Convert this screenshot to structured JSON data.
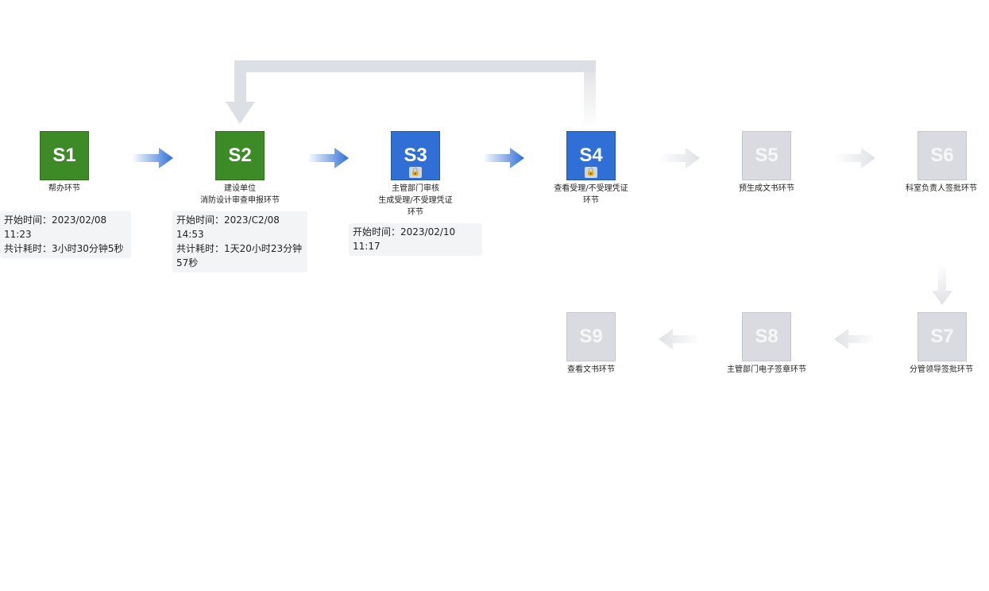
{
  "steps": [
    {
      "id": "S1",
      "label_lines": [
        "帮办环节"
      ],
      "state": "done"
    },
    {
      "id": "S2",
      "label_lines": [
        "建设单位",
        "消防设计审查申报环节"
      ],
      "state": "done"
    },
    {
      "id": "S3",
      "label_lines": [
        "主管部门审核",
        "生成受理/不受理凭证",
        "环节"
      ],
      "state": "current",
      "locked": true
    },
    {
      "id": "S4",
      "label_lines": [
        "查看受理/不受理凭证",
        "环节"
      ],
      "state": "current",
      "locked": true
    },
    {
      "id": "S5",
      "label_lines": [
        "预生成文书环节"
      ],
      "state": "pending"
    },
    {
      "id": "S6",
      "label_lines": [
        "科室负责人签批环节"
      ],
      "state": "pending"
    },
    {
      "id": "S7",
      "label_lines": [
        "分管领导签批环节"
      ],
      "state": "pending"
    },
    {
      "id": "S8",
      "label_lines": [
        "主管部门电子签章环节"
      ],
      "state": "pending"
    },
    {
      "id": "S9",
      "label_lines": [
        "查看文书环节"
      ],
      "state": "pending"
    }
  ],
  "info": {
    "s1": {
      "line1": "开始时间：2023/02/08 11:23",
      "line2": "共计耗时：3小时30分钟5秒"
    },
    "s2": {
      "line1": "开始时间：2023/C2/08 14:53",
      "line2": "共计耗时：1天20小时23分钟",
      "line3": "57秒"
    },
    "s3": {
      "line1": "开始时间：2023/02/10 11:17"
    }
  },
  "lock_icon": "lock-icon",
  "colors": {
    "done": "#3d8b27",
    "current": "#2f6fd6",
    "pending": "#d9dbe0",
    "arrow_active": "#2f6fd6",
    "arrow_inactive": "#dfe1e5"
  }
}
